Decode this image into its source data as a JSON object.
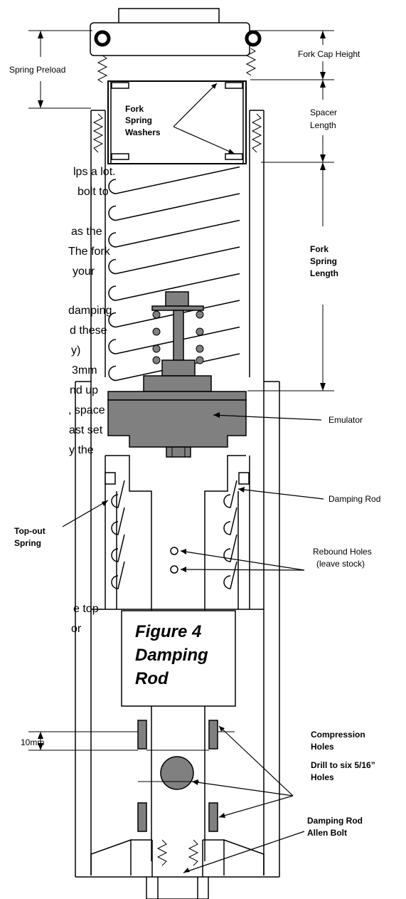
{
  "body_text": [
    "lps a lot.",
    "bolt to",
    "as the",
    "The fork",
    "your",
    "damping",
    "d these",
    "y)",
    "3mm",
    "nd up",
    ", space",
    "ast set",
    "y the",
    "e top-",
    "or"
  ],
  "labels": {
    "spring_preload": "Spring Preload",
    "fork_cap_height": "Fork Cap Height",
    "spacer_length_1": "Spacer",
    "spacer_length_2": "Length",
    "fork_spring_washers_1": "Fork",
    "fork_spring_washers_2": "Spring",
    "fork_spring_washers_3": "Washers",
    "fork_spring_length_1": "Fork",
    "fork_spring_length_2": "Spring",
    "fork_spring_length_3": "Length",
    "emulator": "Emulator",
    "damping_rod": "Damping Rod",
    "top_out_spring_1": "Top-out",
    "top_out_spring_2": "Spring",
    "rebound_holes_1": "Rebound Holes",
    "rebound_holes_2": "(leave stock)",
    "compression_holes_1": "Compression",
    "compression_holes_2": "Holes",
    "drill_1": "Drill to six 5/16”",
    "drill_2": "Holes",
    "allen_bolt_1": "Damping Rod",
    "allen_bolt_2": "Allen Bolt",
    "dim_10mm": "10mm"
  },
  "figure_caption": [
    "Figure 4",
    "Damping",
    "Rod"
  ],
  "colors": {
    "gray_fill": "#808080",
    "line": "#000000",
    "background": "#ffffff"
  }
}
